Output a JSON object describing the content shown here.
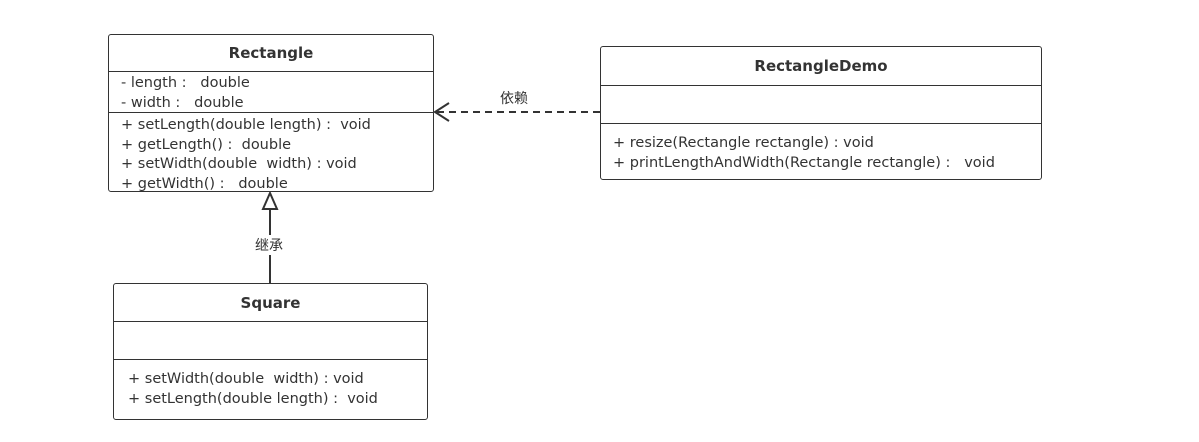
{
  "classes": {
    "rectangle": {
      "name": "Rectangle",
      "attributes": [
        "- length :   double",
        "- width :   double"
      ],
      "operations": [
        "+ setLength(double length) :  void",
        "+ getLength() :  double",
        "+ setWidth(double  width) : void",
        "+ getWidth() :   double"
      ]
    },
    "rectangle_demo": {
      "name": "RectangleDemo",
      "attributes": [],
      "operations": [
        "+ resize(Rectangle rectangle) : void",
        "+ printLengthAndWidth(Rectangle rectangle) :   void"
      ]
    },
    "square": {
      "name": "Square",
      "attributes": [],
      "operations": [
        "+ setWidth(double  width) : void",
        "+ setLength(double length) :  void"
      ]
    }
  },
  "relations": {
    "dependency": {
      "label": "依赖",
      "from": "RectangleDemo",
      "to": "Rectangle"
    },
    "inheritance": {
      "label": "继承",
      "from": "Square",
      "to": "Rectangle"
    }
  },
  "colors": {
    "stroke": "#333333",
    "background": "#ffffff"
  }
}
